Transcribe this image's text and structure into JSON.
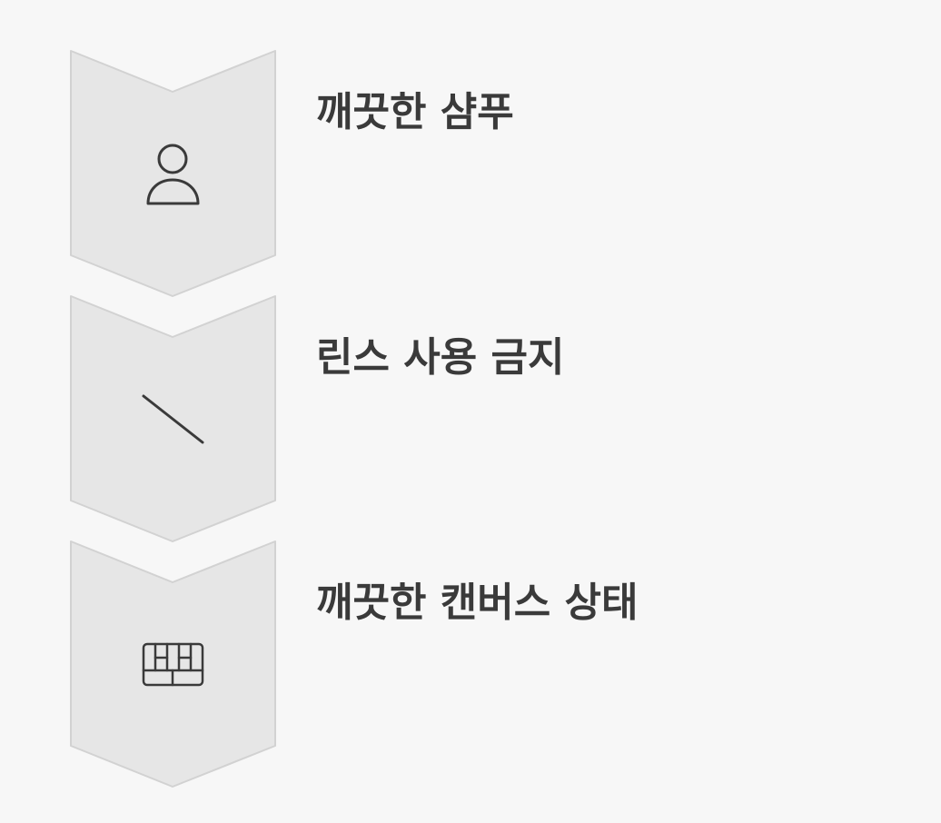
{
  "steps": [
    {
      "label": "깨끗한 샴푸",
      "icon": "person-icon"
    },
    {
      "label": "린스 사용 금지",
      "icon": "slash-icon"
    },
    {
      "label": "깨끗한 캔버스 상태",
      "icon": "grid-icon"
    }
  ],
  "colors": {
    "background": "#f7f7f7",
    "chevron_fill": "#e6e6e6",
    "chevron_stroke": "#d2d2d2",
    "icon_stroke": "#3a3a3a",
    "text": "#3a3a3a"
  }
}
